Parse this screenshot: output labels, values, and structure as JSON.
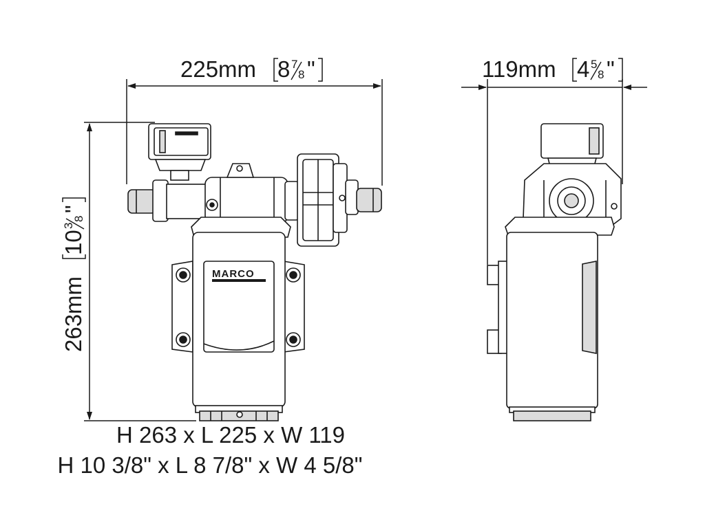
{
  "front_view": {
    "length_label": "225mm",
    "length_label_inch": "8",
    "length_frac_num": "7",
    "length_frac_den": "8",
    "height_label": "263mm",
    "height_label_inch": "10",
    "height_frac_num": "3",
    "height_frac_den": "8",
    "brand_label": "MARCO"
  },
  "side_view": {
    "width_label": "119mm",
    "width_label_inch": "4",
    "width_frac_num": "5",
    "width_frac_den": "8"
  },
  "summary": {
    "metric": "H 263 x L 225 x W 119",
    "imperial": "H 10 3/8\" x L 8 7/8\" x W 4 5/8\""
  },
  "colors": {
    "line": "#1a1a1a",
    "fill_light": "#ffffff",
    "fill_shade": "#dcdcdc"
  }
}
